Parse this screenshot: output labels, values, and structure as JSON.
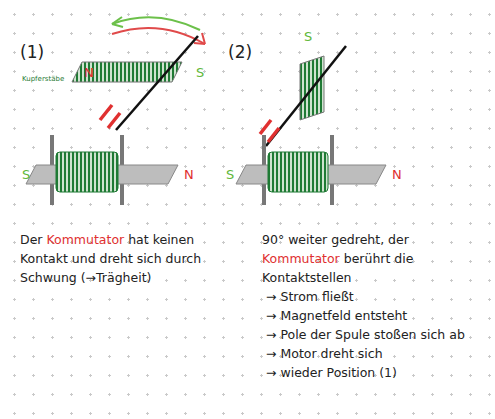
{
  "diagram": {
    "labels": [
      "(1)",
      "N",
      "S",
      "Kupferstäbe",
      "S",
      "N",
      "(2)",
      "S",
      "S",
      "N",
      "Der",
      "Kommutator",
      "hat keinen Kontakt und dreht sich durch Schwung (→Trägheit)",
      "90° weiter gedreht, der",
      "Kommutator",
      "berührt die Kontaktstellen",
      "→ Strom fließt",
      "→ Magnetfeld entsteht",
      "→ Pole der Spule stoßen sich ab",
      "→ Motor dreht sich",
      "→ wieder Position (1)"
    ]
  }
}
